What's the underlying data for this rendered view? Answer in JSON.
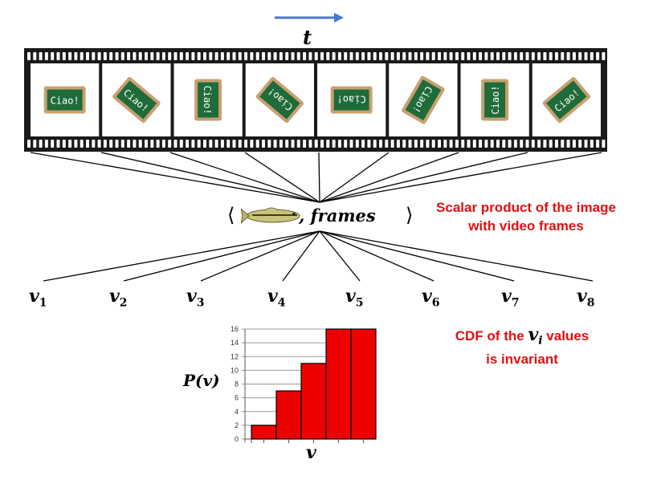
{
  "time_label": "t",
  "frame_text": "Ciao!",
  "frames": [
    {
      "angle": 0
    },
    {
      "angle": 40
    },
    {
      "angle": 90
    },
    {
      "angle": -140
    },
    {
      "angle": 180
    },
    {
      "angle": 120
    },
    {
      "angle": -90
    },
    {
      "angle": -40
    }
  ],
  "scalar_product": {
    "left_bracket": "⟨",
    "middle_text": ", frames",
    "right_bracket": "⟩",
    "caption_line1": "Scalar product of the image",
    "caption_line2": "with video frames"
  },
  "v_labels": [
    {
      "base": "v",
      "sub": "1"
    },
    {
      "base": "v",
      "sub": "2"
    },
    {
      "base": "v",
      "sub": "3"
    },
    {
      "base": "v",
      "sub": "4"
    },
    {
      "base": "v",
      "sub": "5"
    },
    {
      "base": "v",
      "sub": "6"
    },
    {
      "base": "v",
      "sub": "7"
    },
    {
      "base": "v",
      "sub": "8"
    }
  ],
  "cdf_note": {
    "part1": "CDF  of the",
    "math": "v",
    "sub": "i",
    "part2": "values",
    "line2": "is invariant"
  },
  "colors": {
    "arrow": "#4a76c5",
    "bar_fill": "#ee0000",
    "note_red": "#e01010",
    "frame_board": "#1f6b3a",
    "frame_border": "#c8a070"
  },
  "chart_data": {
    "type": "bar",
    "categories": [
      "",
      "",
      "",
      "",
      ""
    ],
    "values": [
      2,
      7,
      11,
      16,
      16
    ],
    "ylabel": "P(v)",
    "xlabel": "v",
    "ylim": [
      0,
      16
    ],
    "yticks": [
      "0",
      "2",
      "4",
      "6",
      "8",
      "10",
      "12",
      "14",
      "16"
    ],
    "grid": true
  }
}
